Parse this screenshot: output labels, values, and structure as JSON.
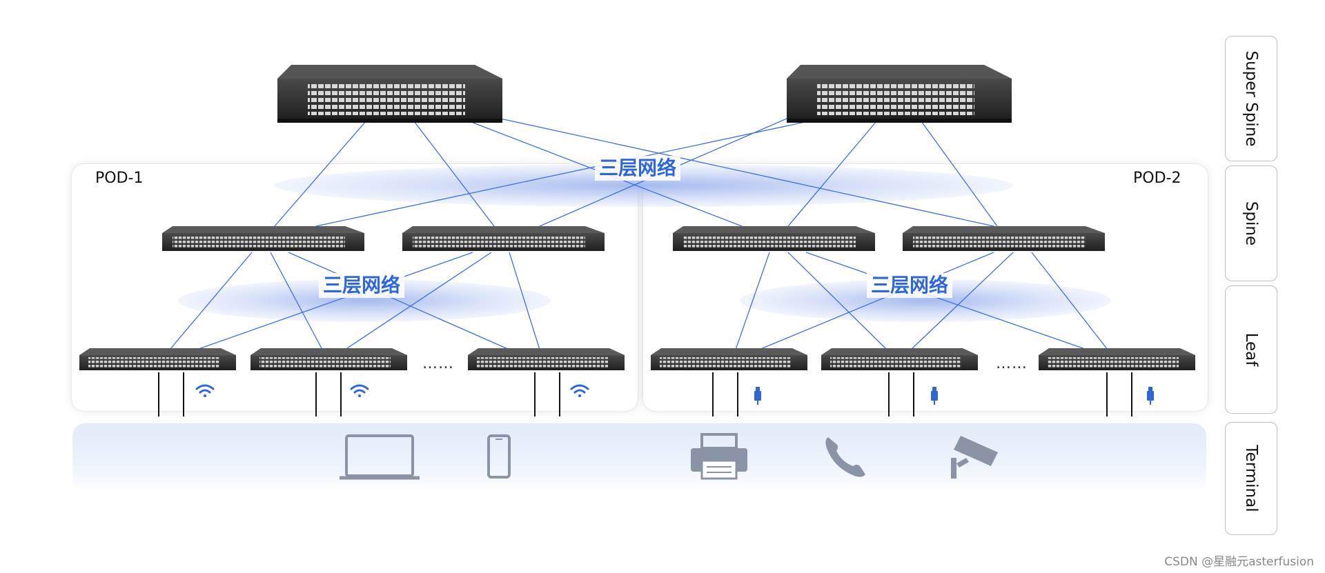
{
  "tiers": {
    "super_spine": "Super Spine",
    "spine": "Spine",
    "leaf": "Leaf",
    "terminal": "Terminal"
  },
  "pods": {
    "pod1": "POD-1",
    "pod2": "POD-2"
  },
  "network_labels": {
    "top": "三层网络",
    "pod1": "三层网络",
    "pod2": "三层网络"
  },
  "ellipsis": "……",
  "terminal_icons": [
    "laptop-icon",
    "phone-icon",
    "printer-icon",
    "telephone-icon",
    "camera-icon"
  ],
  "leaf_access_icons": {
    "pod1": [
      "wifi-icon",
      "wifi-icon",
      "wifi-icon"
    ],
    "pod2": [
      "usb-icon",
      "usb-icon",
      "usb-icon"
    ]
  },
  "colors": {
    "link_line": "#3d6fe0",
    "label_blue": "#2f66d6",
    "device_dark": "#2b2b2b",
    "terminal_icon": "#8a94a6"
  },
  "watermark": "CSDN @星融元asterfusion"
}
